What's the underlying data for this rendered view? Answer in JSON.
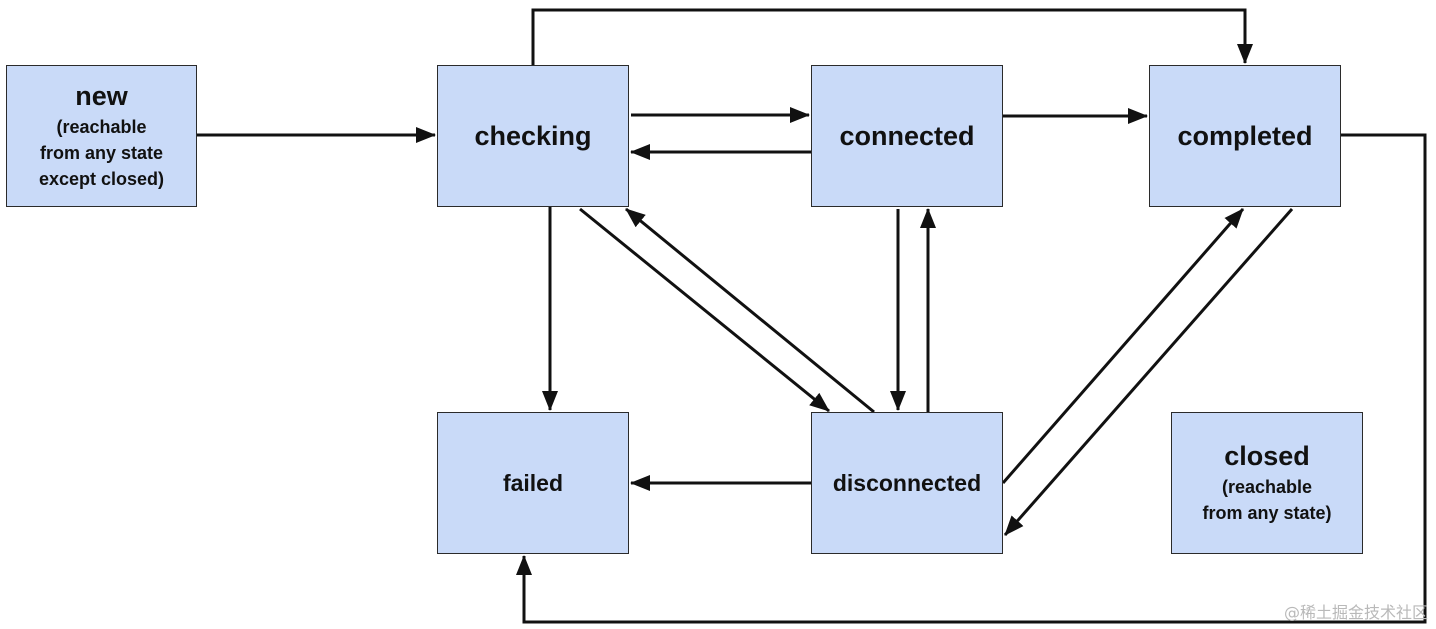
{
  "states": {
    "new": {
      "title": "new",
      "subtitle": [
        "(reachable",
        "from any state",
        "except closed)"
      ]
    },
    "checking": {
      "title": "checking"
    },
    "connected": {
      "title": "connected"
    },
    "completed": {
      "title": "completed"
    },
    "failed": {
      "title": "failed"
    },
    "disconnected": {
      "title": "disconnected"
    },
    "closed": {
      "title": "closed",
      "subtitle": [
        "(reachable",
        "from any state)"
      ]
    }
  },
  "transitions": [
    {
      "from": "new",
      "to": "checking"
    },
    {
      "from": "checking",
      "to": "connected"
    },
    {
      "from": "connected",
      "to": "checking"
    },
    {
      "from": "connected",
      "to": "completed"
    },
    {
      "from": "checking",
      "to": "completed"
    },
    {
      "from": "checking",
      "to": "failed"
    },
    {
      "from": "checking",
      "to": "disconnected"
    },
    {
      "from": "disconnected",
      "to": "checking"
    },
    {
      "from": "connected",
      "to": "disconnected"
    },
    {
      "from": "disconnected",
      "to": "connected"
    },
    {
      "from": "disconnected",
      "to": "completed"
    },
    {
      "from": "completed",
      "to": "disconnected"
    },
    {
      "from": "disconnected",
      "to": "failed"
    },
    {
      "from": "completed",
      "to": "failed"
    }
  ],
  "watermark": "@稀土掘金技术社区",
  "colors": {
    "state_fill": "#c9daf8",
    "border": "#2b2b2b",
    "edge": "#111111"
  }
}
